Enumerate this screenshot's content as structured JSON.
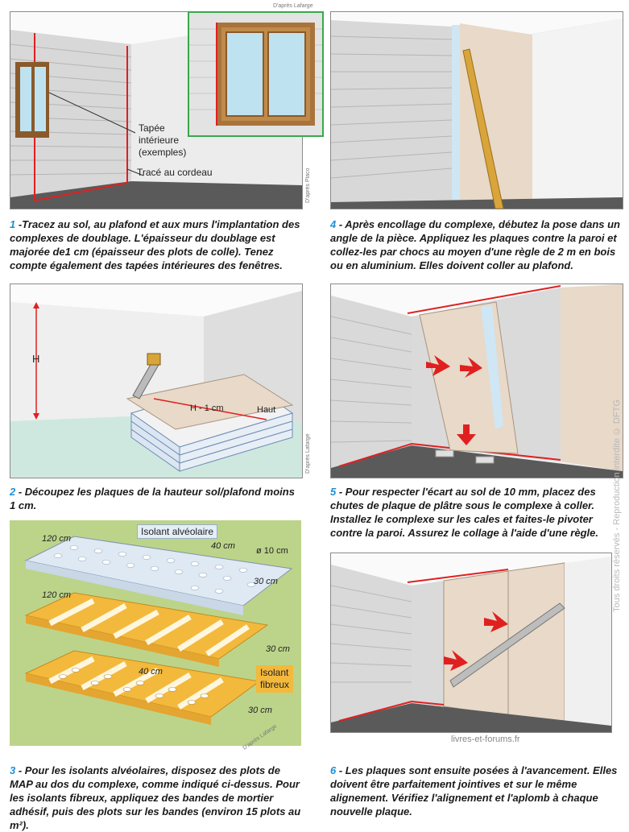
{
  "credits": {
    "top": "D'après Lafarge",
    "panel1_side": "D'après Placo",
    "panel2_side": "D'après Lafarge",
    "panel3_bottom": "D'après Lafarge",
    "watermark": "Tous droits réservés - Reproduction interdite © DFTG",
    "site": "livres-et-forums.fr"
  },
  "steps": [
    {
      "number": "1",
      "text": " -Tracez au sol, au plafond et aux murs l'implantation des complexes de doublage. L'épaisseur du doublage est majorée de1 cm (épaisseur des plots de colle). Tenez compte également des tapées intérieures des fenêtres.",
      "labels": {
        "tapee_1": "Tapée",
        "tapee_2": "intérieure",
        "tapee_3": "(exemples)",
        "cordeau": "Tracé au cordeau"
      }
    },
    {
      "number": "2",
      "text": " - Découpez les plaques de la hauteur sol/plafond moins 1 cm.",
      "labels": {
        "h": "H",
        "h_minus": "H - 1 cm",
        "haut": "Haut"
      }
    },
    {
      "number": "3",
      "text": " - Pour les isolants alvéolaires, disposez des plots de MAP au dos du complexe, comme indiqué ci-dessus. Pour les isolants fibreux, appliquez des bandes de mortier adhésif, puis des plots sur les bandes (environ 15 plots au m²).",
      "labels": {
        "isolant_alveolaire": "Isolant alvéolaire",
        "dim_120_a": "120 cm",
        "dim_40_a": "40 cm",
        "dim_diam": "ø 10 cm",
        "dim_30_a": "30 cm",
        "dim_120_b": "120 cm",
        "dim_30_b": "30 cm",
        "dim_40_c": "40 cm",
        "dim_30_c": "30 cm",
        "isolant_fibreux_1": "Isolant",
        "isolant_fibreux_2": "fibreux"
      }
    },
    {
      "number": "4",
      "text": " - Après encollage du complexe, débutez la pose dans un angle de la pièce. Appliquez les plaques contre la paroi et collez-les par chocs au moyen d'une règle de 2 m en bois ou en aluminium. Elles doivent coller au plafond."
    },
    {
      "number": "5",
      "text": " - Pour respecter l'écart au sol de 10 mm, placez des chutes de plaque de plâtre sous le complexe à coller. Installez le complexe sur les cales et faites-le pivoter contre la paroi. Assurez le collage à l'aide d'une règle."
    },
    {
      "number": "6",
      "text": " - Les plaques sont ensuite posées à l'avancement. Elles doivent être parfaitement jointives et sur le même alignement. Vérifiez l'alignement et l'aplomb à chaque nouvelle plaque."
    }
  ],
  "colors": {
    "step_number": "#1e8fd6",
    "trace_red": "#e02020",
    "floor": "#5a5a5a",
    "plaster": "#e8d9c8",
    "insulation_yellow": "#f3b93c",
    "insulation_blue": "#dfe9f3",
    "panel3_bg": "#bcd48a"
  }
}
